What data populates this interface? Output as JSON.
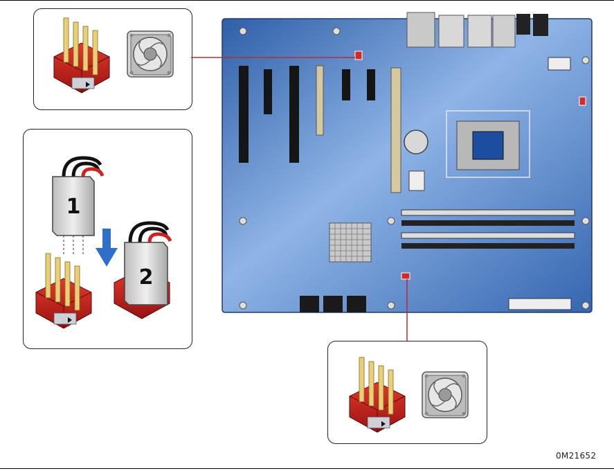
{
  "figure": {
    "id_label": "0M21652",
    "connector_step_labels": [
      "1",
      "2"
    ]
  },
  "colors": {
    "board": "#3f6fb8",
    "board_light": "#8fb4e6",
    "header_red": "#c81e1e",
    "header_dark": "#8a1010",
    "pin_gold": "#e8cf7a",
    "leader_line": "#c0282c",
    "arrow_blue": "#2f6ec9"
  },
  "icons": [
    "fan-icon",
    "fan-header-icon",
    "cable-connector-icon",
    "down-arrow-icon"
  ]
}
